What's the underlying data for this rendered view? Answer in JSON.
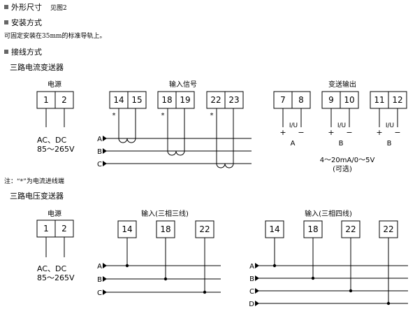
{
  "headers": {
    "dimensions": "外形尺寸",
    "dimensions_note": "见图2",
    "installation": "安装方式",
    "installation_desc": "可固定安装在35mm的标准导轨上。",
    "wiring": "接线方式"
  },
  "current": {
    "title": "三路电流变送器",
    "power_label": "电源",
    "power_terminals": [
      "1",
      "2"
    ],
    "power_spec_1": "AC、DC",
    "power_spec_2": "85～265V",
    "input_label": "输入信号",
    "input_terminals": [
      "14",
      "15",
      "18",
      "19",
      "22",
      "23"
    ],
    "star": "*",
    "phases": [
      "A",
      "B",
      "C"
    ],
    "output_label": "变送输出",
    "output_terminals": [
      "7",
      "8",
      "9",
      "10",
      "11",
      "12"
    ],
    "iu": "I/U",
    "plus": "+",
    "minus": "−",
    "output_phases": [
      "A",
      "B",
      "B"
    ],
    "output_range": "4～20mA/0～5V",
    "output_optional": "(可选)",
    "note": "注：“*”为电流进线端"
  },
  "voltage": {
    "title": "三路电压变送器",
    "power_label": "电源",
    "power_terminals": [
      "1",
      "2"
    ],
    "power_spec_1": "AC、DC",
    "power_spec_2": "85～265V",
    "input3_label": "输入(三相三线)",
    "input3_terminals": [
      "14",
      "18",
      "22"
    ],
    "phases3": [
      "A",
      "B",
      "C"
    ],
    "input4_label": "输入(三相四线)",
    "input4_terminals": [
      "14",
      "18",
      "22",
      "22"
    ],
    "phases4": [
      "A",
      "B",
      "C",
      "D"
    ]
  }
}
